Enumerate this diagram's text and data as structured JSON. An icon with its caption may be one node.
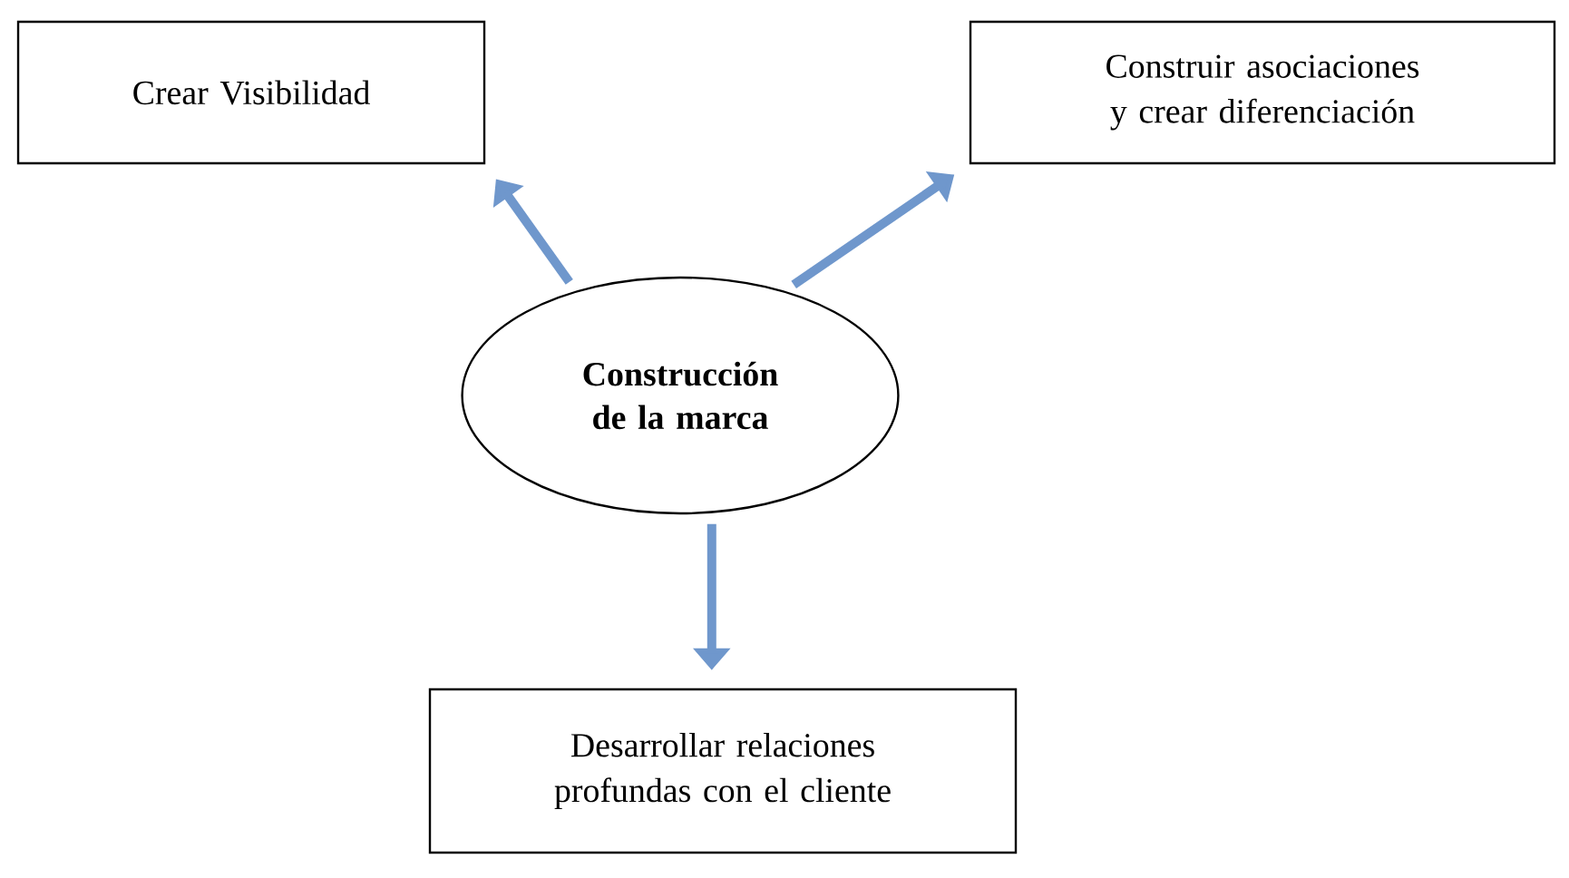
{
  "diagram": {
    "nodes": [
      {
        "text": [
          "Construcción de la marca"
        ]
      },
      {
        "text": [
          "Crear Visibilidad"
        ]
      },
      {
        "text": [
          "Construir asociaciones y crear diferenciación"
        ]
      },
      {
        "text": [
          "Desarrollar relaciones profundas con el cliente"
        ]
      }
    ],
    "edges": [
      {
        "from": 0,
        "to": 1,
        "arrow": "to"
      },
      {
        "from": 0,
        "to": 2,
        "arrow": "to"
      },
      {
        "from": 0,
        "to": 3,
        "arrow": "to"
      }
    ]
  }
}
